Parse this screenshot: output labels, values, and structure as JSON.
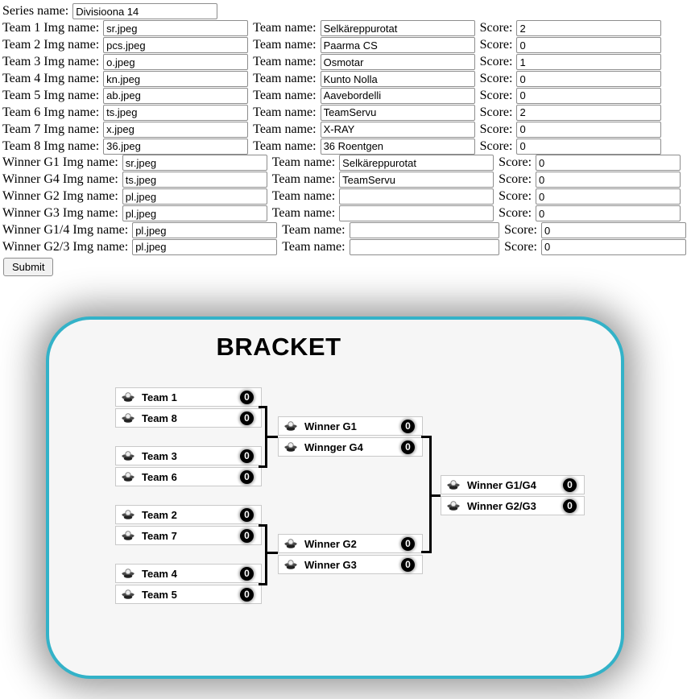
{
  "form": {
    "series": {
      "label": "Series name:",
      "value": "Divisioona 14"
    },
    "team_label": "Team name:",
    "score_label": "Score:",
    "rows": [
      {
        "img_label": "Team 1 Img name:",
        "img": "sr.jpeg",
        "team": "Selkäreppurotat",
        "score": "2"
      },
      {
        "img_label": "Team 2 Img name:",
        "img": "pcs.jpeg",
        "team": "Paarma CS",
        "score": "0"
      },
      {
        "img_label": "Team 3 Img name:",
        "img": "o.jpeg",
        "team": "Osmotar",
        "score": "1"
      },
      {
        "img_label": "Team 4 Img name:",
        "img": "kn.jpeg",
        "team": "Kunto Nolla",
        "score": "0"
      },
      {
        "img_label": "Team 5 Img name:",
        "img": "ab.jpeg",
        "team": "Aavebordelli",
        "score": "0"
      },
      {
        "img_label": "Team 6 Img name:",
        "img": "ts.jpeg",
        "team": "TeamServu",
        "score": "2"
      },
      {
        "img_label": "Team 7 Img name:",
        "img": "x.jpeg",
        "team": "X-RAY",
        "score": "0"
      },
      {
        "img_label": "Team 8 Img name:",
        "img": "36.jpeg",
        "team": "36 Roentgen",
        "score": "0"
      }
    ],
    "winner_rows": [
      {
        "img_label": "Winner G1 Img name:",
        "img": "sr.jpeg",
        "team": "Selkäreppurotat",
        "score": "0"
      },
      {
        "img_label": "Winner G4 Img name:",
        "img": "ts.jpeg",
        "team": "TeamServu",
        "score": "0"
      },
      {
        "img_label": "Winner G2 Img name:",
        "img": "pl.jpeg",
        "team": "",
        "score": "0"
      },
      {
        "img_label": "Winner G3 Img name:",
        "img": "pl.jpeg",
        "team": "",
        "score": "0"
      },
      {
        "img_label": "Winner G1/4 Img name:",
        "img": "pl.jpeg",
        "team": "",
        "score": "0"
      },
      {
        "img_label": "Winner G2/3 Img name:",
        "img": "pl.jpeg",
        "team": "",
        "score": "0"
      }
    ],
    "submit_label": "Submit"
  },
  "bracket": {
    "title": "BRACKET",
    "accent_color": "#33b2c8",
    "badge_color": "#000000",
    "icons": {
      "team_logo": "crest-icon"
    },
    "round1": [
      {
        "name": "Team 1",
        "score": "0"
      },
      {
        "name": "Team 8",
        "score": "0"
      },
      {
        "name": "Team 3",
        "score": "0"
      },
      {
        "name": "Team 6",
        "score": "0"
      },
      {
        "name": "Team 2",
        "score": "0"
      },
      {
        "name": "Team 7",
        "score": "0"
      },
      {
        "name": "Team 4",
        "score": "0"
      },
      {
        "name": "Team 5",
        "score": "0"
      }
    ],
    "round2": [
      {
        "name": "Winner G1",
        "score": "0"
      },
      {
        "name": "Winnger G4",
        "score": "0"
      },
      {
        "name": "Winner G2",
        "score": "0"
      },
      {
        "name": "Winner G3",
        "score": "0"
      }
    ],
    "round3": [
      {
        "name": "Winner G1/G4",
        "score": "0"
      },
      {
        "name": "Winner G2/G3",
        "score": "0"
      }
    ]
  }
}
